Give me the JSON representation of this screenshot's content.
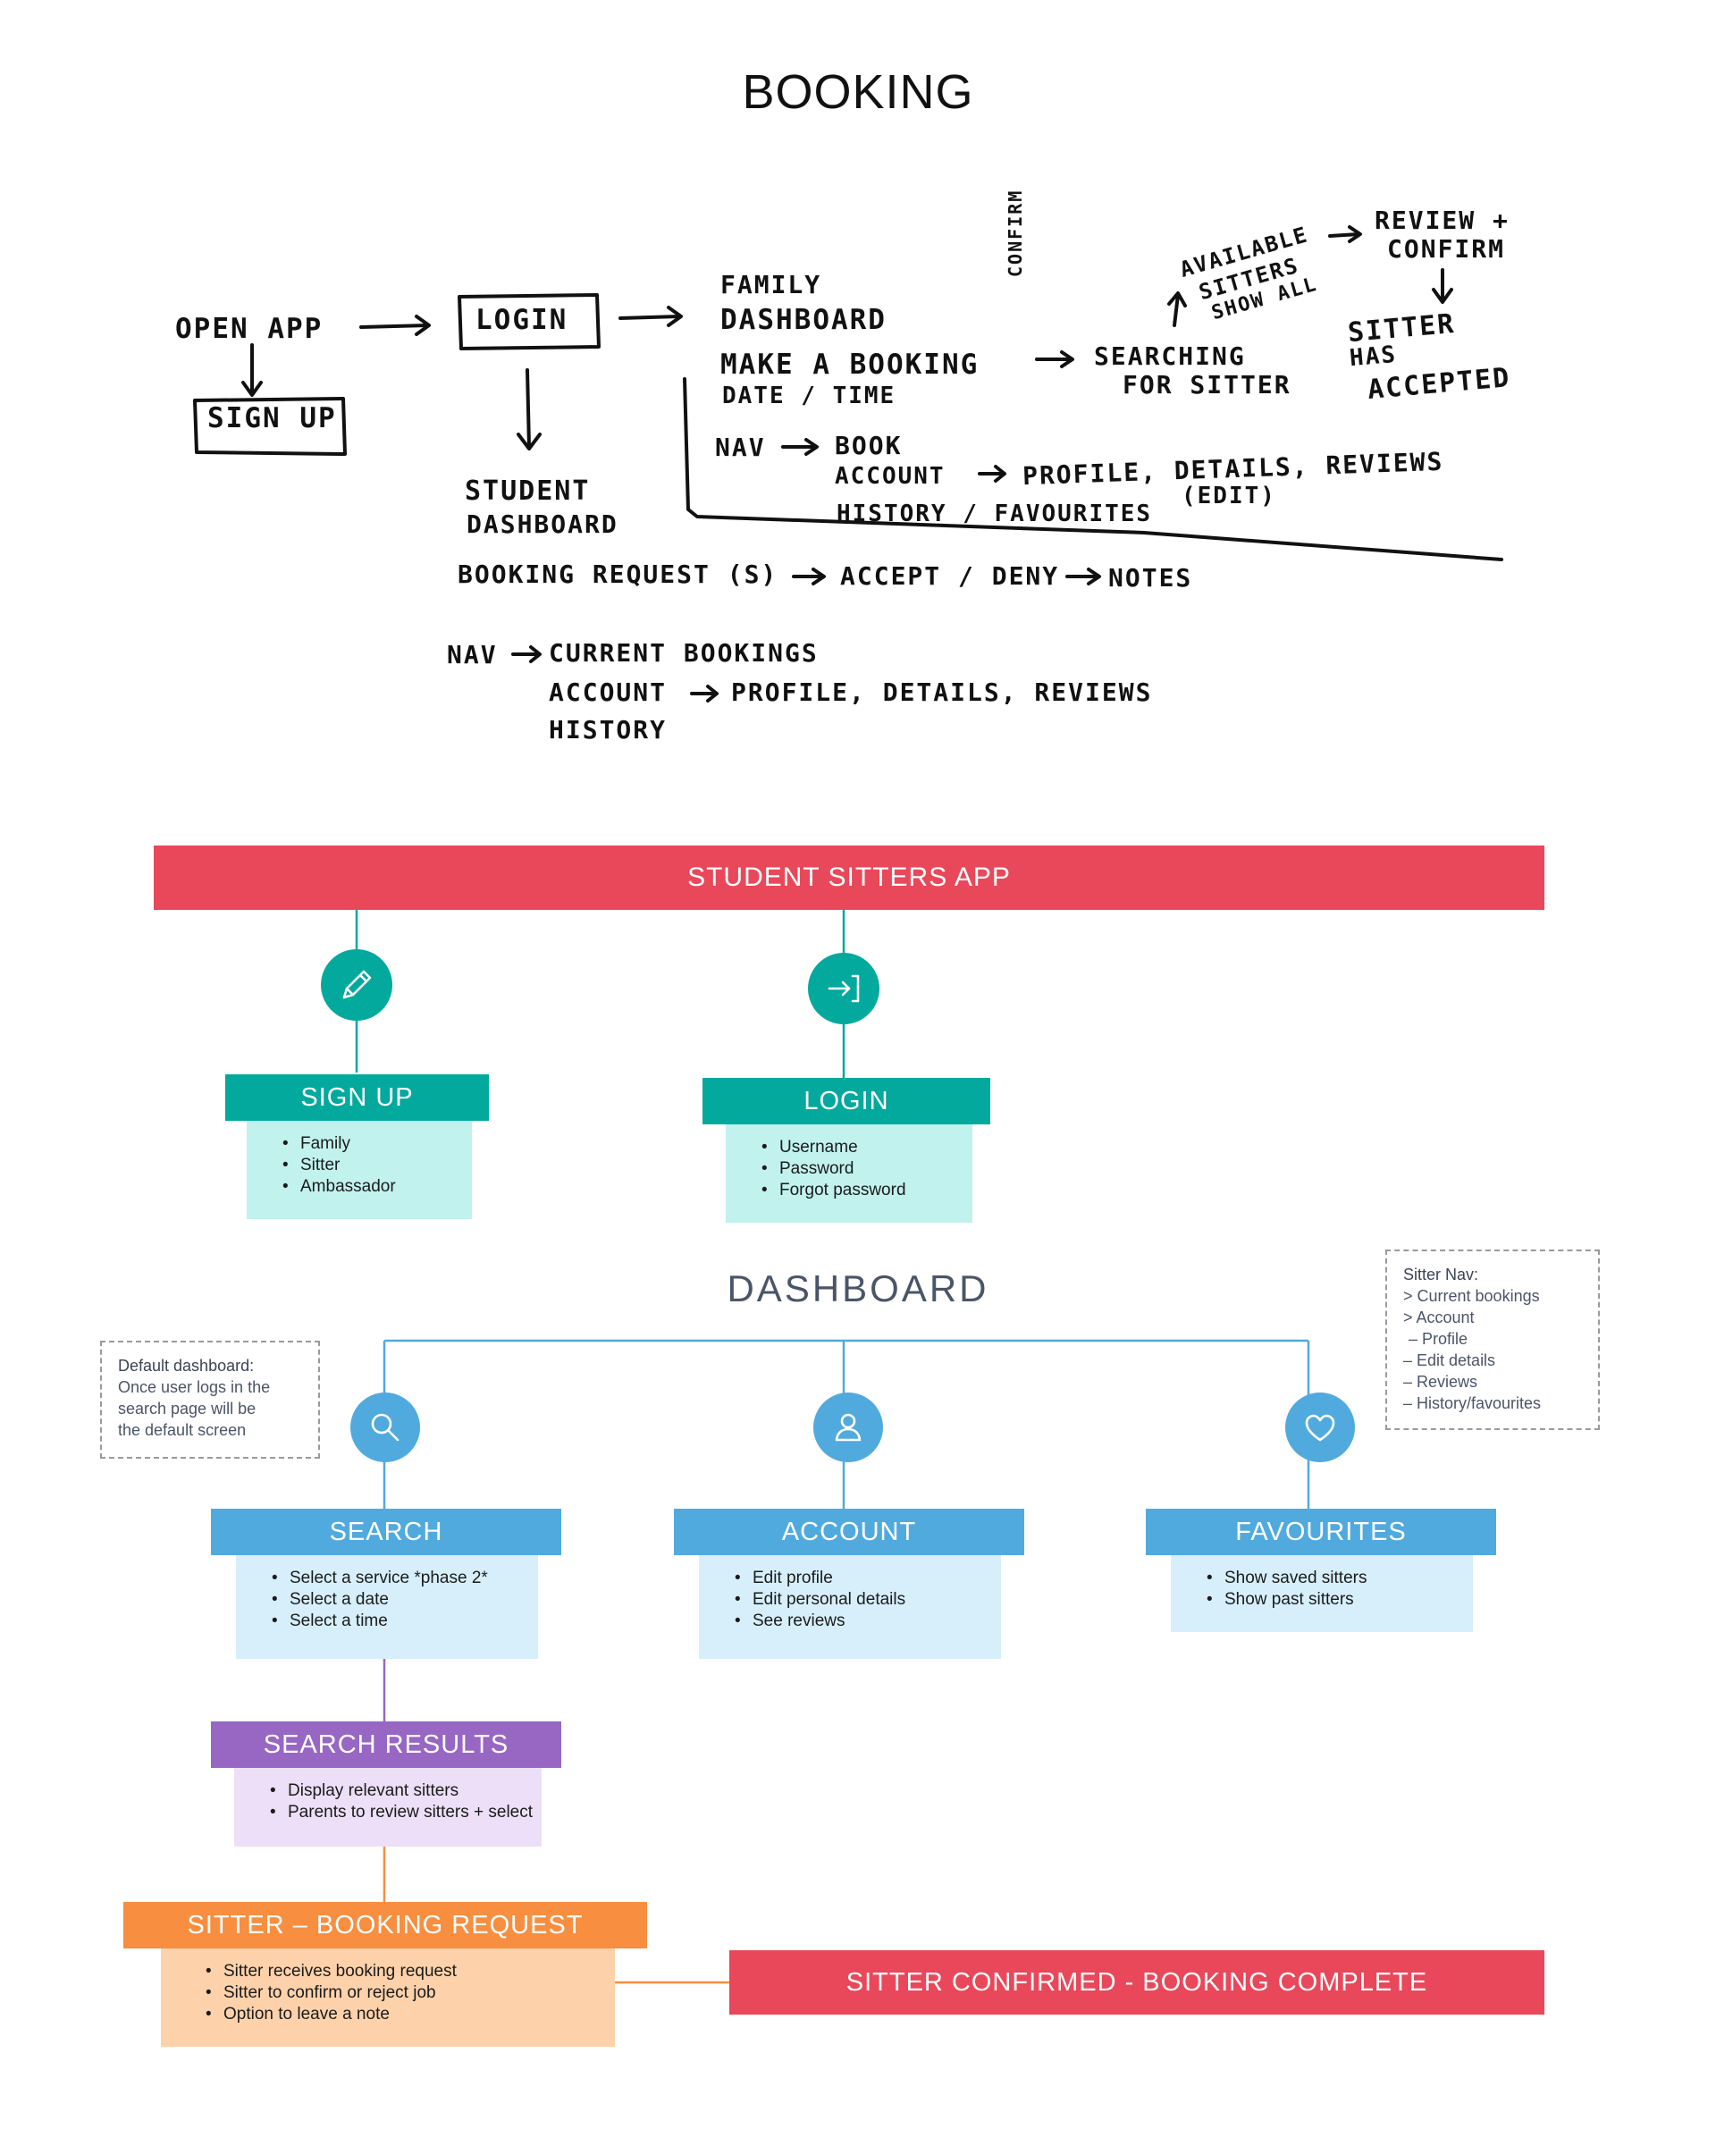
{
  "title": "BOOKING",
  "sketch": {
    "open_app": "OPEN APP",
    "sign_up": "SIGN UP",
    "login": "LOGIN",
    "family_dashboard_1": "FAMILY",
    "family_dashboard_2": "DASHBOARD",
    "make_booking": "MAKE A BOOKING",
    "date_time": "DATE / TIME",
    "confirm": "CONFIRM",
    "searching_1": "SEARCHING",
    "searching_2": "FOR SITTER",
    "available_1": "AVAILABLE",
    "available_2": "SITTERS",
    "available_3": "SHOW ALL",
    "review_1": "REVIEW +",
    "review_2": "CONFIRM",
    "accepted_1": "SITTER",
    "accepted_2": "HAS",
    "accepted_3": "ACCEPTED",
    "fam_nav": "NAV",
    "fam_book": "BOOK",
    "fam_account": "ACCOUNT",
    "fam_profile": "PROFILE, DETAILS, REVIEWS",
    "fam_edit": "(EDIT)",
    "fam_history": "HISTORY / FAVOURITES",
    "student_1": "STUDENT",
    "student_2": "DASHBOARD",
    "booking_request": "BOOKING REQUEST (S)",
    "accept_deny": "ACCEPT / DENY",
    "notes": "NOTES",
    "stu_nav": "NAV",
    "stu_current": "CURRENT BOOKINGS",
    "stu_account": "ACCOUNT",
    "stu_profile": "PROFILE, DETAILS, REVIEWS",
    "stu_history": "HISTORY"
  },
  "flow": {
    "app_header": "STUDENT SITTERS  APP",
    "signup": {
      "title": "SIGN UP",
      "items": [
        "Family",
        "Sitter",
        "Ambassador"
      ]
    },
    "login": {
      "title": "LOGIN",
      "items": [
        "Username",
        "Password",
        "Forgot password"
      ]
    },
    "dashboard_title": "DASHBOARD",
    "default_note": [
      "Default dashboard:",
      "Once user logs in the",
      "search page will be",
      "the default screen"
    ],
    "sitter_nav": [
      "Sitter Nav:",
      "> Current bookings",
      "> Account",
      "  – Profile",
      "– Edit details",
      "– Reviews",
      "– History/favourites"
    ],
    "search": {
      "title": "SEARCH",
      "items": [
        "Select a service *phase 2*",
        "Select a date",
        "Select a time"
      ]
    },
    "account": {
      "title": "ACCOUNT",
      "items": [
        "Edit profile",
        "Edit personal details",
        "See reviews"
      ]
    },
    "favourites": {
      "title": "FAVOURITES",
      "items": [
        "Show saved sitters",
        "Show past sitters"
      ]
    },
    "search_results": {
      "title": "SEARCH RESULTS",
      "items": [
        "Display relevant sitters",
        "Parents to review sitters + select"
      ]
    },
    "booking_request": {
      "title": "SITTER – BOOKING REQUEST",
      "items": [
        "Sitter receives booking request",
        "Sitter to confirm or reject job",
        "Option to leave a note"
      ]
    },
    "complete": "SITTER CONFIRMED - BOOKING COMPLETE"
  },
  "colors": {
    "red": "#e8485a",
    "teal": "#03a99d",
    "teal_light": "#c1f2ee",
    "blue": "#51aade",
    "blue_light": "#d6effb",
    "purple": "#9866c3",
    "purple_light": "#ecdff7",
    "orange": "#f78e40",
    "orange_light": "#fdd2ab"
  },
  "icons": [
    "pencil-icon",
    "login-arrow-icon",
    "search-icon",
    "user-icon",
    "heart-icon"
  ]
}
